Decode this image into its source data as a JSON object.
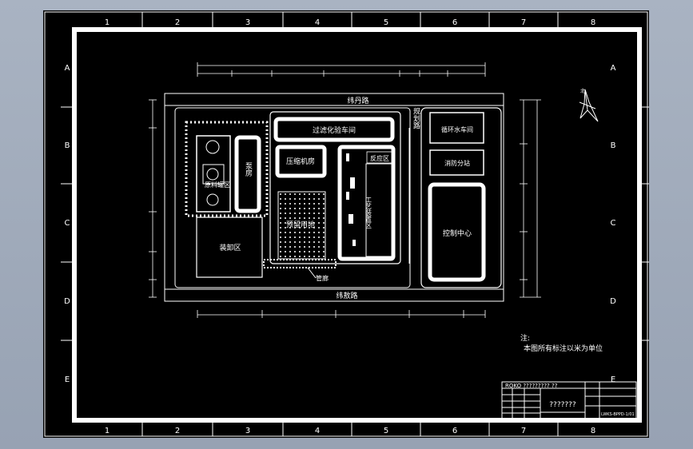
{
  "frame": {
    "columns": [
      "1",
      "2",
      "3",
      "4",
      "5",
      "6",
      "7",
      "8"
    ],
    "rows": [
      "A",
      "B",
      "C",
      "D",
      "E"
    ]
  },
  "plan": {
    "road_top": "纬丹路",
    "road_bottom": "纬敖路",
    "road_right": "规划路",
    "pipe_label": "管廊",
    "buildings": {
      "filter_workshop": "过滤化验车间",
      "compressor_room": "压缩机房",
      "reaction_area": "反应区",
      "process_label": "工艺装置区",
      "pump": "泵房",
      "raw_tank": "原料罐区",
      "reserved_land": "预留用地",
      "loading_area": "装卸区",
      "circulating_water": "循环水车间",
      "fire_station": "消防分站",
      "control_center": "控制中心"
    },
    "north_label": "北"
  },
  "notes": {
    "title": "注:",
    "body": "本图所有标注以米为单位"
  },
  "titleblock": {
    "header": "ROKO  ????????? ??",
    "main": "???????",
    "drawing_no": "LWKS-BPPD-1/01"
  },
  "colors": {
    "background": "#000000",
    "lines": "#ffffff",
    "bezel": "#a0abbb"
  }
}
